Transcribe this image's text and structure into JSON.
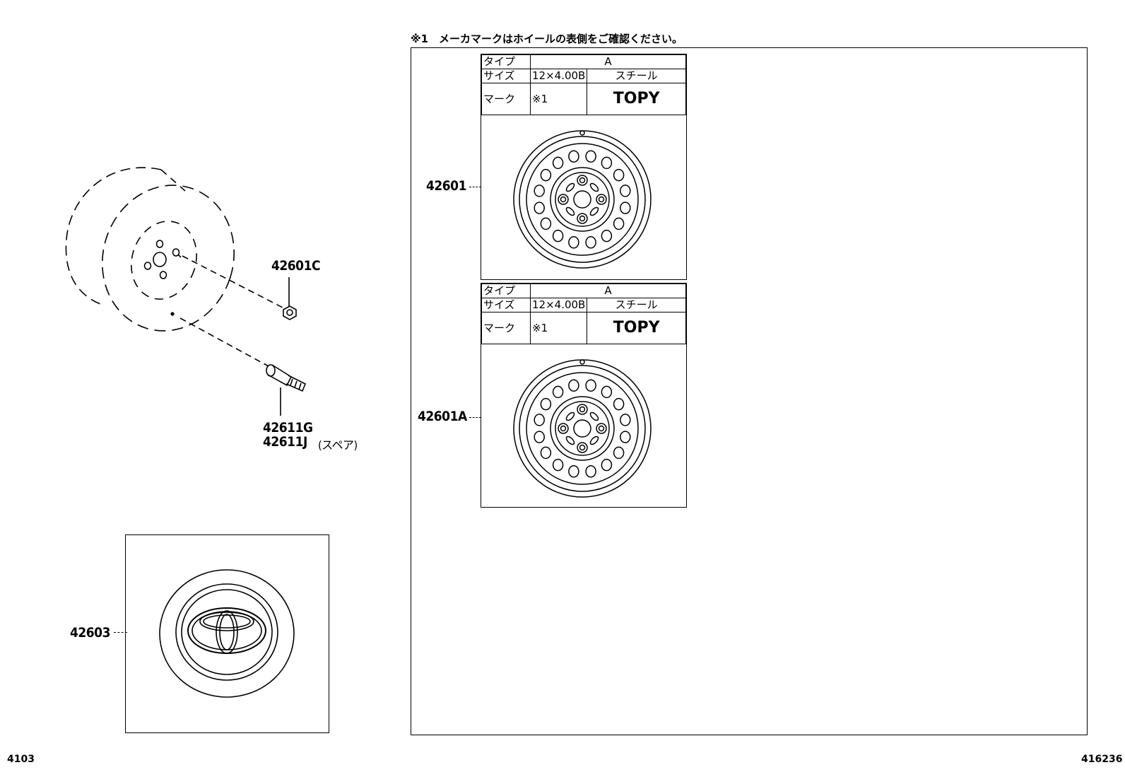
{
  "note": "※1　メーカマークはホイールの表側をご確認ください。",
  "parts": {
    "wheel_nut": "42601C",
    "valve_g": "42611G",
    "valve_j": "42611J",
    "valve_j_note": "(スペア)",
    "cap": "42603",
    "wheel_1": "42601",
    "wheel_2": "42601A"
  },
  "spec_tables": [
    {
      "type_label": "タイプ",
      "type_value": "A",
      "size_label": "サイズ",
      "size_value": "12×4.00B",
      "material": "スチール",
      "mark_label": "マーク",
      "mark_ref": "※1",
      "mark_value": "TOPY"
    },
    {
      "type_label": "タイプ",
      "type_value": "A",
      "size_label": "サイズ",
      "size_value": "12×4.00B",
      "material": "スチール",
      "mark_label": "マーク",
      "mark_ref": "※1",
      "mark_value": "TOPY"
    }
  ],
  "footer": {
    "left_code": "4103",
    "right_code": "416236"
  }
}
